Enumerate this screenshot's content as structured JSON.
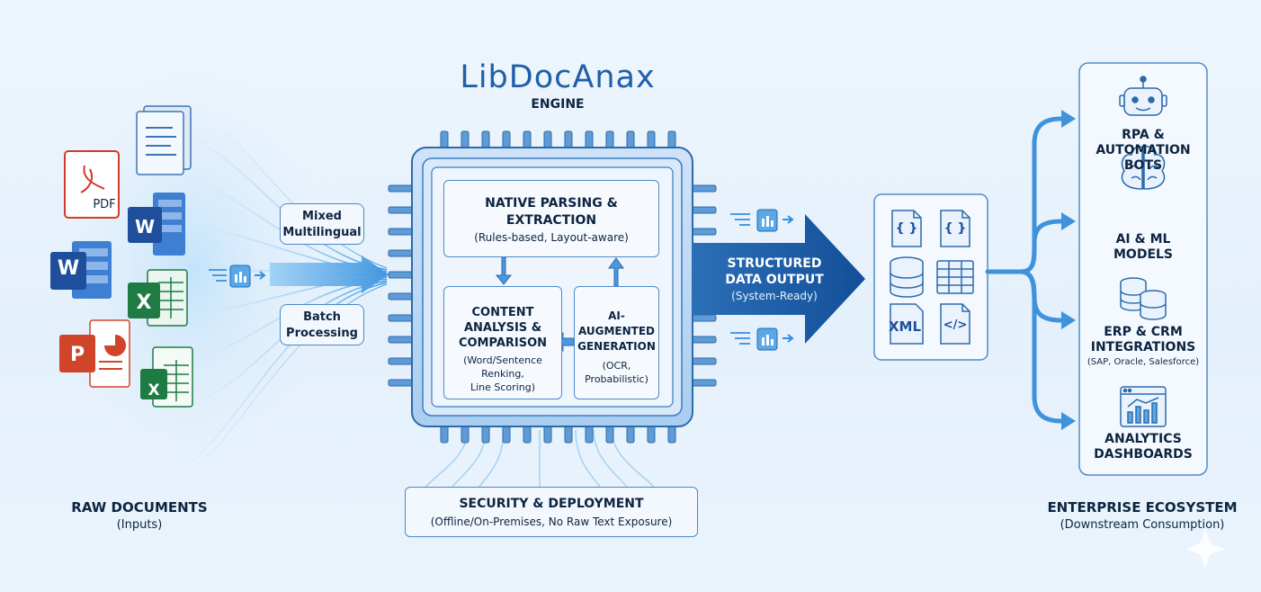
{
  "brand": {
    "name": "LibDocAnax",
    "subtitle": "ENGINE"
  },
  "inputs": {
    "heading": "RAW DOCUMENTS",
    "subheading": "(Inputs)",
    "icons": {
      "pdf_label": "PDF",
      "word_label": "W",
      "excel_label": "X",
      "powerpoint_label": "P"
    }
  },
  "modes": {
    "mixed": [
      "Mixed",
      "Multilingual"
    ],
    "batch": [
      "Batch",
      "Processing"
    ]
  },
  "engine": {
    "native": {
      "title": [
        "NATIVE PARSING &",
        "EXTRACTION"
      ],
      "detail": "(Rules-based, Layout-aware)"
    },
    "content": {
      "title": [
        "CONTENT",
        "ANALYSIS &",
        "COMPARISON"
      ],
      "detail": [
        "(Word/Sentence",
        "Renking,",
        "Line Scoring)"
      ]
    },
    "ai": {
      "title": [
        "AI-",
        "AUGMENTED",
        "GENERATION"
      ],
      "detail": [
        "(OCR,",
        "Probabilistic)"
      ]
    }
  },
  "output": {
    "title": [
      "STRUCTURED",
      "DATA OUTPUT"
    ],
    "detail": "(System-Ready)",
    "xml_label": "XML",
    "json_glyph": "{ }",
    "code_glyph": "</>"
  },
  "security": {
    "title": "SECURITY & DEPLOYMENT",
    "detail": "(Offline/On-Premises, No Raw Text Exposure)"
  },
  "ecosystem": {
    "heading": "ENTERPRISE ECOSYSTEM",
    "subheading": "(Downstream Consumption)",
    "items": [
      {
        "icon": "robot-icon",
        "label": [
          "RPA &",
          "AUTOMATION",
          "BOTS"
        ]
      },
      {
        "icon": "brain-icon",
        "label": [
          "AI & ML",
          "MODELS"
        ]
      },
      {
        "icon": "database-icon",
        "label": [
          "ERP & CRM",
          "INTEGRATIONS"
        ],
        "detail": "(SAP, Oracle, Salesforce)"
      },
      {
        "icon": "dashboard-icon",
        "label": [
          "ANALYTICS",
          "DASHBOARDS"
        ]
      }
    ]
  },
  "colors": {
    "accent": "#1f6fc0",
    "dark": "#0d2440",
    "pdf": "#d23a2c",
    "word": "#2b62b8",
    "excel": "#1e7b43",
    "ppt": "#d0452a"
  }
}
